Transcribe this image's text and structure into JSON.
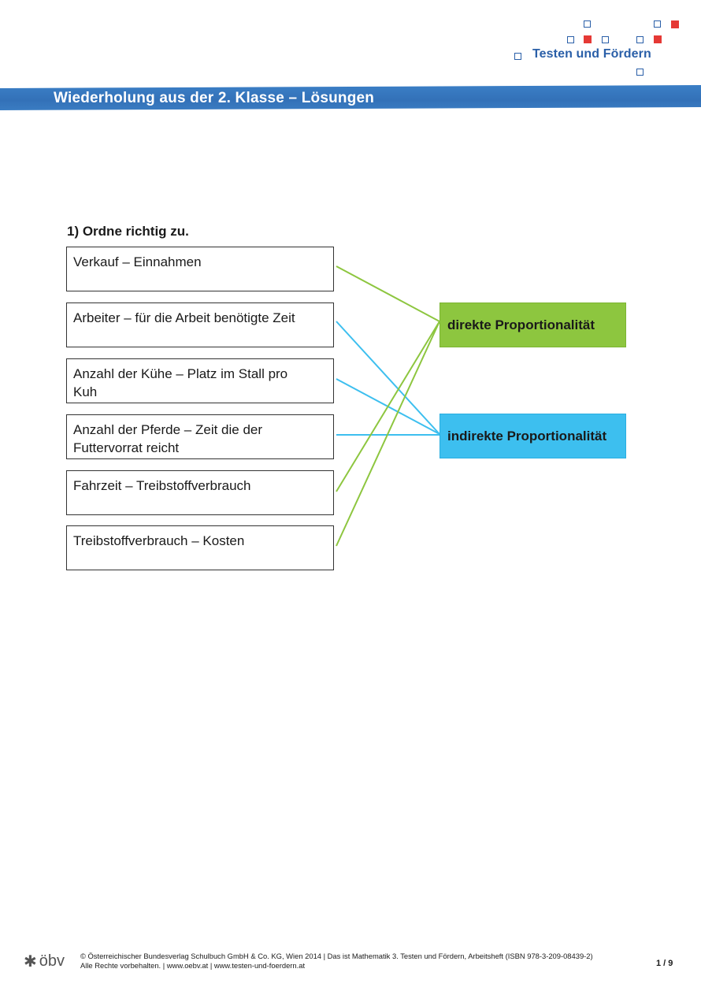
{
  "header": {
    "brand": "Testen und Fördern",
    "title": "Wiederholung aus der 2. Klasse – Lösungen"
  },
  "task": {
    "title": "1) Ordne richtig zu.",
    "items": [
      {
        "line1": "Verkauf – Einnahmen",
        "line2": "",
        "match": "direkte Proportionalität"
      },
      {
        "line1": "Arbeiter – für die Arbeit benötigte Zeit",
        "line2": "",
        "match": "indirekte Proportionalität"
      },
      {
        "line1": "Anzahl der Kühe – Platz im Stall pro",
        "line2": "Kuh",
        "match": "indirekte Proportionalität"
      },
      {
        "line1": "Anzahl der Pferde – Zeit die der",
        "line2": "Futtervorrat reicht",
        "match": "indirekte Proportionalität"
      },
      {
        "line1": "Fahrzeit – Treibstoffverbrauch",
        "line2": "",
        "match": "direkte Proportionalität"
      },
      {
        "line1": "Treibstoffverbrauch – Kosten",
        "line2": "",
        "match": "direkte Proportionalität"
      }
    ],
    "targets": {
      "direct": "direkte Proportionalität",
      "indirect": "indirekte Proportionalität"
    },
    "colors": {
      "direct": "#8dc63f",
      "indirect": "#3dbfef"
    }
  },
  "footer": {
    "logo": "öbv",
    "line1": "© Österreichischer Bundesverlag Schulbuch GmbH & Co. KG, Wien 2014 | Das ist Mathematik 3. Testen und Fördern, Arbeitsheft (ISBN 978-3-209-08439-2)",
    "line2": "Alle Rechte vorbehalten. | www.oebv.at | www.testen-und-foerdern.at",
    "page": "1 / 9"
  }
}
